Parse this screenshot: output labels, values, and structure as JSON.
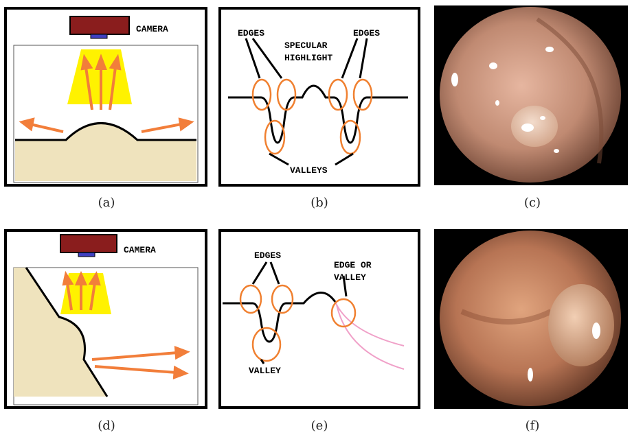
{
  "captions": {
    "a": "(a)",
    "b": "(b)",
    "c": "(c)",
    "d": "(d)",
    "e": "(e)",
    "f": "(f)"
  },
  "labels": {
    "camera": "CAMERA",
    "edges": "EDGES",
    "specular_line1": "SPECULAR",
    "specular_line2": "HIGHLIGHT",
    "valleys": "VALLEYS",
    "valley": "VALLEY",
    "edge_or_line1": "EDGE OR",
    "edge_or_line2": "VALLEY"
  },
  "colors": {
    "frame": "#000000",
    "tissue": "#efe3bd",
    "arrow": "#f27e3a",
    "light": "#fff200",
    "camera_body": "#8a1d1d",
    "camera_lens": "#4040c0",
    "circle": "#f08030",
    "pink": "#f0a0c8"
  }
}
